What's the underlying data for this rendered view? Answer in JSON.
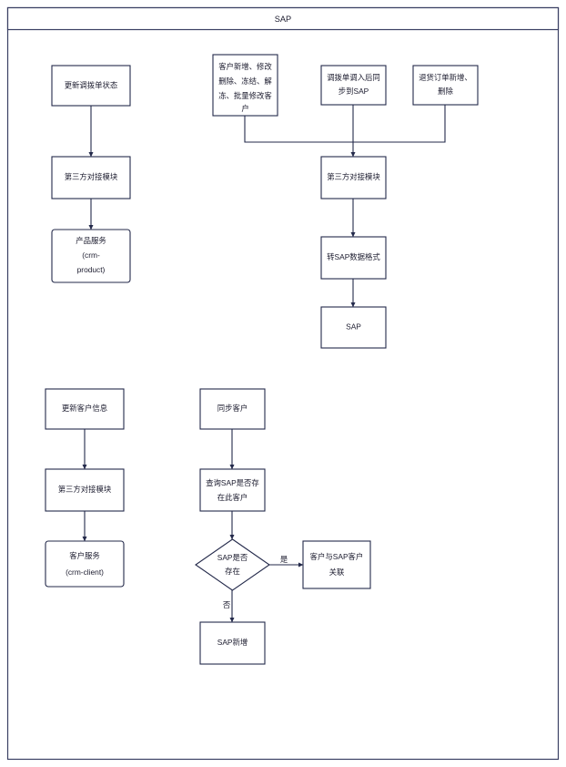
{
  "pool": {
    "title": "SAP",
    "border_color": "#3a3f63"
  },
  "diagram": {
    "type": "flowchart",
    "stroke_color": "#23294a",
    "fill_color": "#ffffff",
    "text_color": "#1b1b2e"
  },
  "nodes": {
    "update_transfer_status": {
      "label": "更新调拨单状态"
    },
    "third_party_module_a": {
      "label": "第三方对接模块"
    },
    "product_service": {
      "line1": "产品服务",
      "line2": "(crm-",
      "line3": "product)"
    },
    "customer_ops": {
      "line1": "客户新增、修改",
      "line2": "删除、冻结、解",
      "line3": "冻、批量修改客",
      "line4": "户"
    },
    "transfer_sync": {
      "line1": "调拨单调入后同",
      "line2": "步到SAP"
    },
    "return_order_ops": {
      "line1": "退货订单新增、",
      "line2": "删除"
    },
    "third_party_module_b": {
      "label": "第三方对接模块"
    },
    "convert_sap_format": {
      "label": "转SAP数据格式"
    },
    "sap_system": {
      "label": "SAP"
    },
    "update_customer_info": {
      "label": "更新客户信息"
    },
    "third_party_module_c": {
      "label": "第三方对接模块"
    },
    "client_service": {
      "line1": "客户服务",
      "line2": "(crm-client)"
    },
    "sync_customer": {
      "label": "同步客户"
    },
    "query_sap_customer": {
      "line1": "查询SAP是否存",
      "line2": "在此客户"
    },
    "decision_sap_exists": {
      "line1": "SAP是否",
      "line2": "存在"
    },
    "link_customer_sap": {
      "line1": "客户与SAP客户",
      "line2": "关联"
    },
    "sap_create": {
      "label": "SAP新增"
    }
  },
  "edge_labels": {
    "yes": "是",
    "no": "否"
  }
}
